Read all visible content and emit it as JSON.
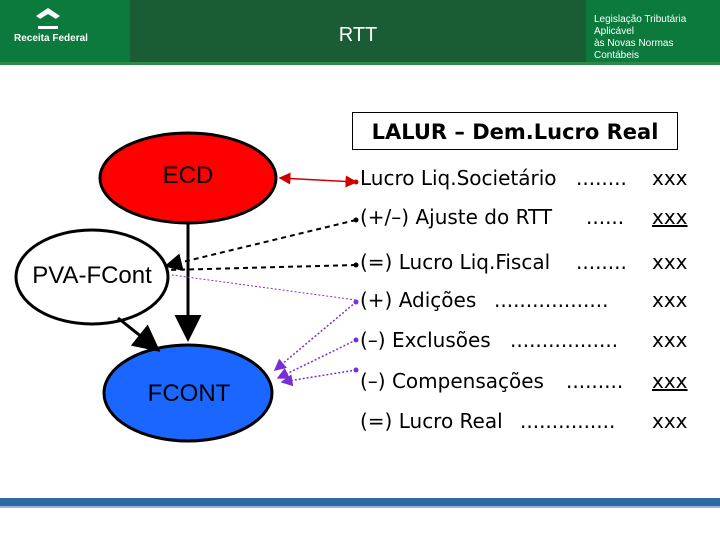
{
  "header": {
    "logo_text": "Receita Federal",
    "title": "RTT",
    "legal_line1": "Legislação Tributária Aplicável",
    "legal_line2": "às Novas Normas Contábeis",
    "colors": {
      "green_dark": "#1a5c33",
      "green_bright": "#0b7a3c"
    }
  },
  "diagram": {
    "nodes": {
      "ecd": {
        "label": "ECD",
        "fill": "#ff0000"
      },
      "pva": {
        "label": "PVA-FCont",
        "fill": "#ffffff"
      },
      "fcont": {
        "label": "FCONT",
        "fill": "#1a66ff"
      }
    },
    "lalur": {
      "title": "LALUR – Dem.Lucro Real",
      "rows": [
        {
          "label": "Lucro Liq.Societário",
          "dots": "........",
          "value": "xxx"
        },
        {
          "label": "(+/–) Ajuste do RTT",
          "dots": "......",
          "value": "xxx"
        },
        {
          "label": "(=) Lucro Liq.Fiscal",
          "dots": "........",
          "value": "xxx"
        },
        {
          "label": "(+) Adições",
          "dots": "..................",
          "value": "xxx"
        },
        {
          "label": "(–) Exclusões",
          "dots": ".................",
          "value": "xxx"
        },
        {
          "label": "(–) Compensações",
          "dots": ".........",
          "value": "xxx"
        },
        {
          "label": "(=) Lucro Real",
          "dots": "...............",
          "value": "xxx"
        }
      ]
    },
    "arrow_colors": {
      "red": "#cc0000",
      "purple": "#7a2fd6",
      "black": "#000000"
    }
  }
}
